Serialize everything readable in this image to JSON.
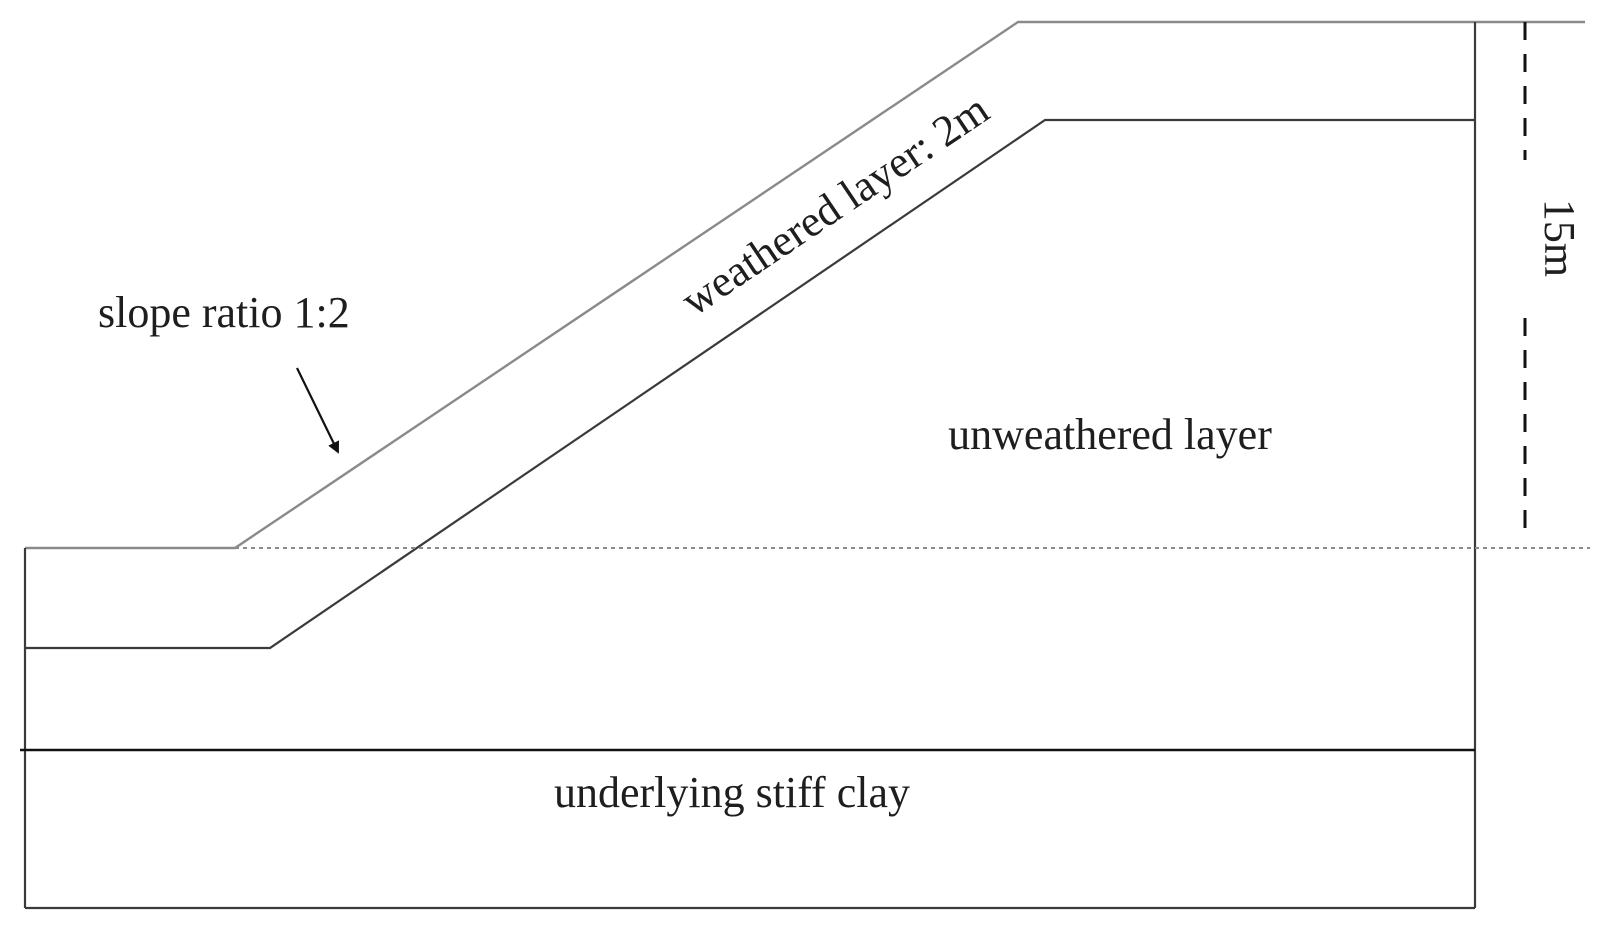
{
  "labels": {
    "slope_ratio": "slope ratio 1:2",
    "weathered_layer": "weathered layer: 2m",
    "unweathered_layer": "unweathered layer",
    "stiff_clay": "underlying stiff clay",
    "height": "15m"
  },
  "colors": {
    "line": "#3a3a3a",
    "line_gray": "#8a8a8a",
    "text": "#1e1e1e",
    "background": "#ffffff"
  }
}
